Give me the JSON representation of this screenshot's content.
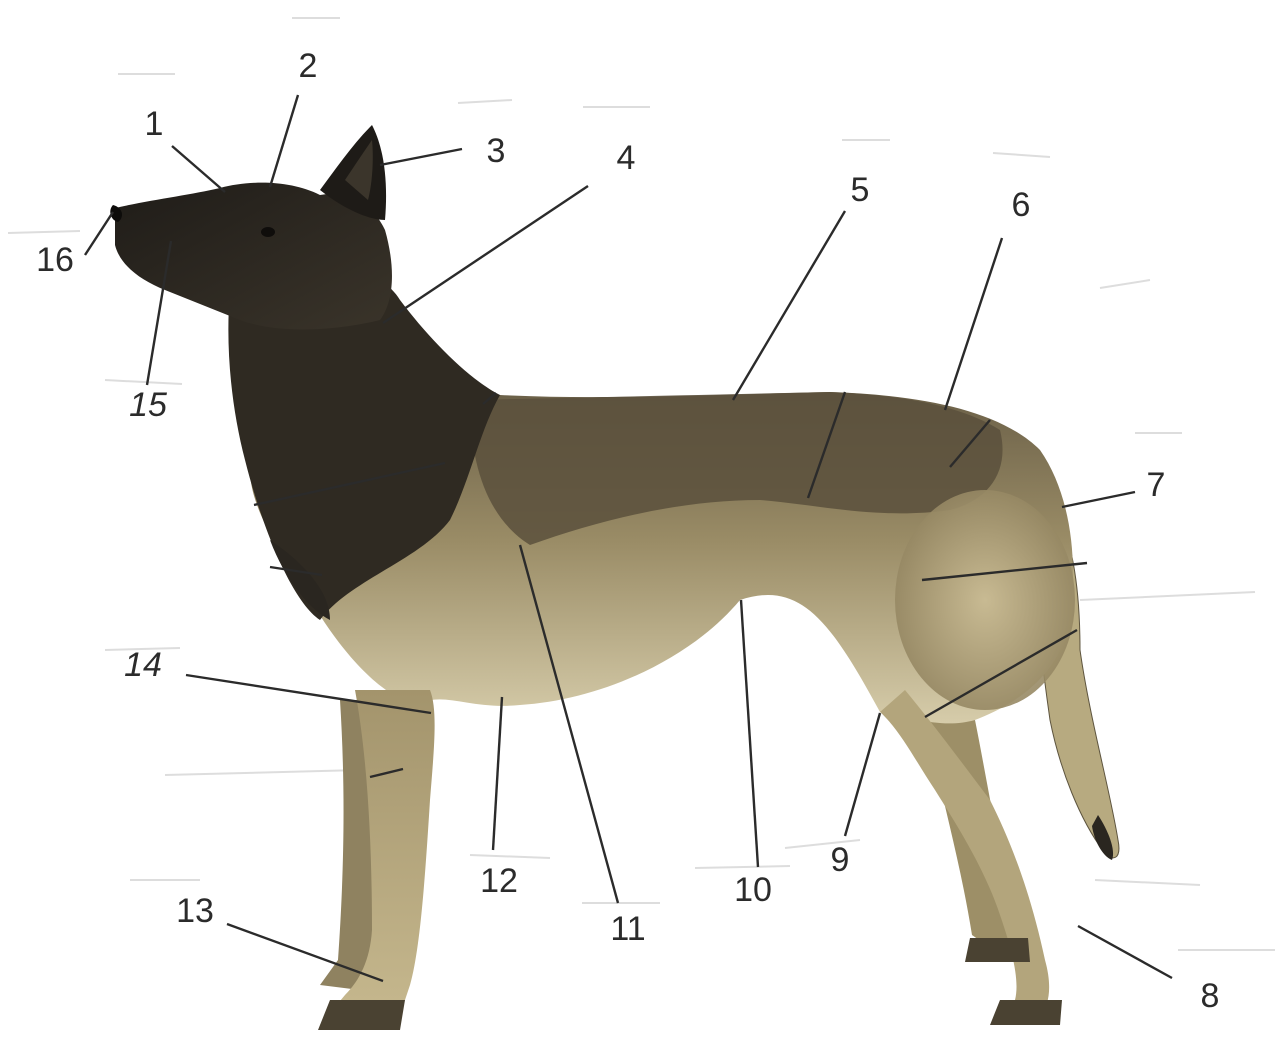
{
  "labels": [
    {
      "id": "1",
      "text": "1"
    },
    {
      "id": "2",
      "text": "2"
    },
    {
      "id": "3",
      "text": "3"
    },
    {
      "id": "4",
      "text": "4"
    },
    {
      "id": "5",
      "text": "5"
    },
    {
      "id": "6",
      "text": "6"
    },
    {
      "id": "7",
      "text": "7"
    },
    {
      "id": "8",
      "text": "8"
    },
    {
      "id": "9",
      "text": "9"
    },
    {
      "id": "10",
      "text": "10"
    },
    {
      "id": "11",
      "text": "11"
    },
    {
      "id": "12",
      "text": "12"
    },
    {
      "id": "13",
      "text": "13"
    },
    {
      "id": "14",
      "text": "14"
    },
    {
      "id": "15",
      "text": "15"
    },
    {
      "id": "16",
      "text": "16"
    }
  ],
  "colors": {
    "dark_coat": "#2a2620",
    "saddle": "#4a4232",
    "tan_coat": "#a89a72",
    "light_coat": "#d8cfae",
    "leader_line": "#2b2b2b"
  }
}
